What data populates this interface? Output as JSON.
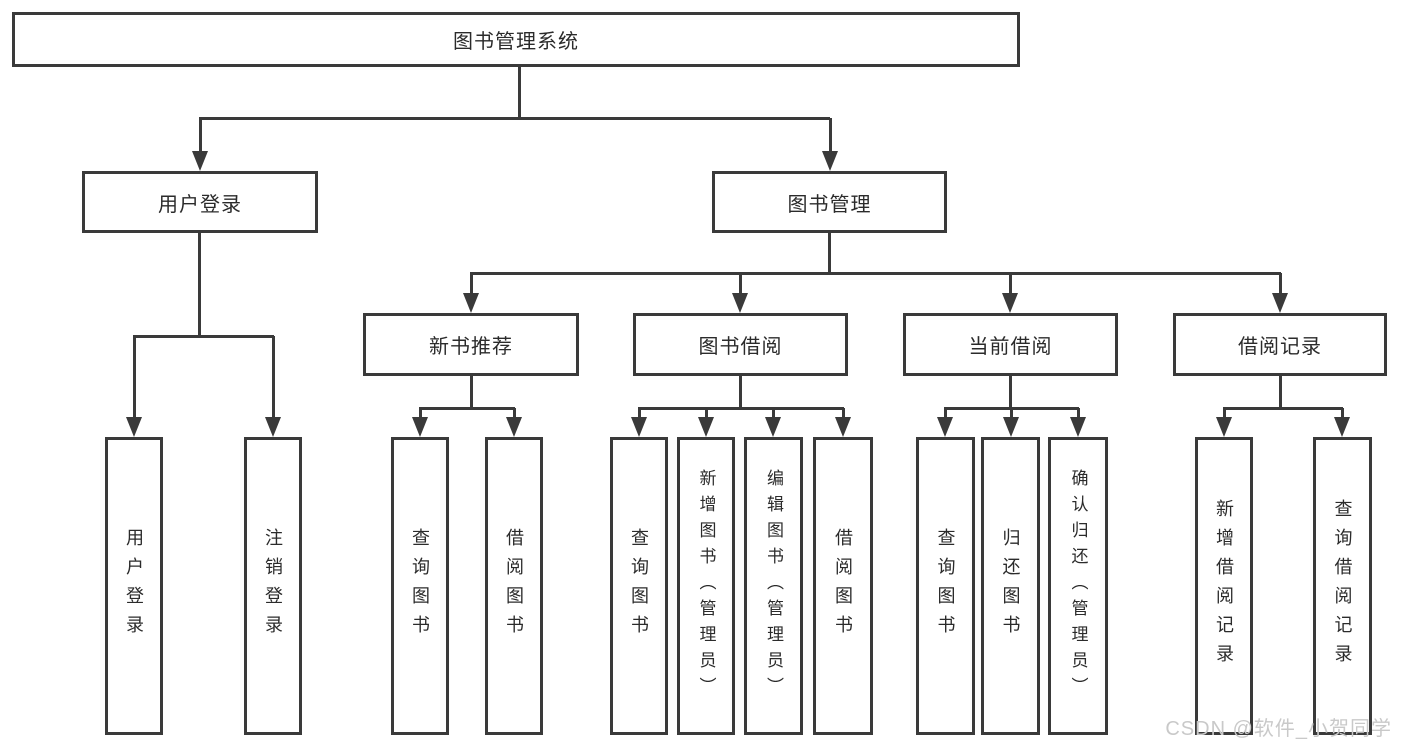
{
  "colors": {
    "line": "#3a3a3a",
    "text": "#2b2b2b",
    "watermark": "#c9c9c9",
    "background": "#ffffff"
  },
  "diagram": {
    "root": "图书管理系统",
    "branches": [
      "用户登录",
      "图书管理"
    ],
    "sections": [
      "新书推荐",
      "图书借阅",
      "当前借阅",
      "借阅记录"
    ],
    "leaves": [
      "用户登录",
      "注销登录",
      "查询图书",
      "借阅图书",
      "查询图书",
      "新增图书（管理员）",
      "编辑图书（管理员）",
      "借阅图书",
      "查询图书",
      "归还图书",
      "确认归还（管理员）",
      "新增借阅记录",
      "查询借阅记录"
    ]
  },
  "watermark": {
    "text": "CSDN @软件_小贺同学"
  }
}
